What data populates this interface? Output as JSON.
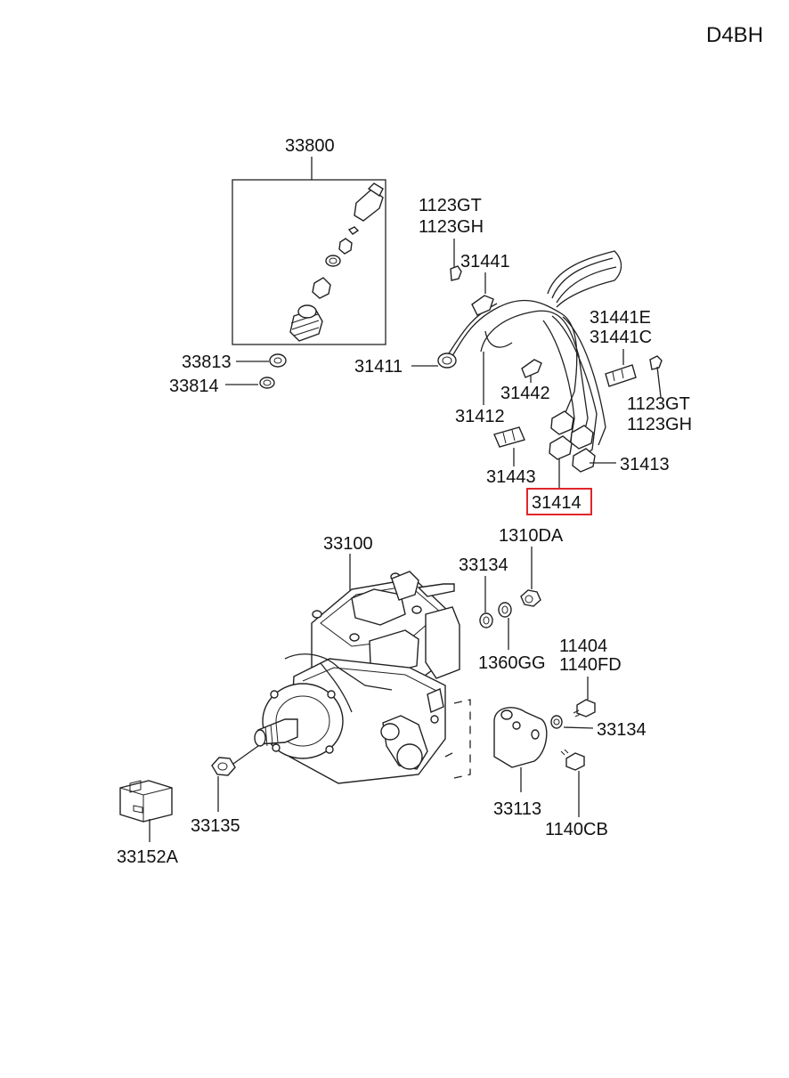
{
  "model_code": "D4BH",
  "highlighted_part": "31414",
  "callouts": {
    "p33800": "33800",
    "p1123gt_a": "1123GT",
    "p1123gh_a": "1123GH",
    "p31441": "31441",
    "p31441e": "31441E",
    "p31441c": "31441C",
    "p33813": "33813",
    "p33814": "33814",
    "p31411": "31411",
    "p31442": "31442",
    "p31412": "31412",
    "p1123gt_b": "1123GT",
    "p1123gh_b": "1123GH",
    "p31413": "31413",
    "p31443": "31443",
    "p31414": "31414",
    "p1310da": "1310DA",
    "p33100": "33100",
    "p33134_a": "33134",
    "p1360gg": "1360GG",
    "p11404": "11404",
    "p1140fd": "1140FD",
    "p33134_b": "33134",
    "p33113": "33113",
    "p33135": "33135",
    "p1140cb": "1140CB",
    "p33152a": "33152A"
  },
  "icons": [
    "injector-assembly",
    "injection-pipes",
    "pipe-clamp",
    "fuel-injection-pump",
    "bracket",
    "bolt",
    "nut",
    "washer",
    "connector"
  ]
}
